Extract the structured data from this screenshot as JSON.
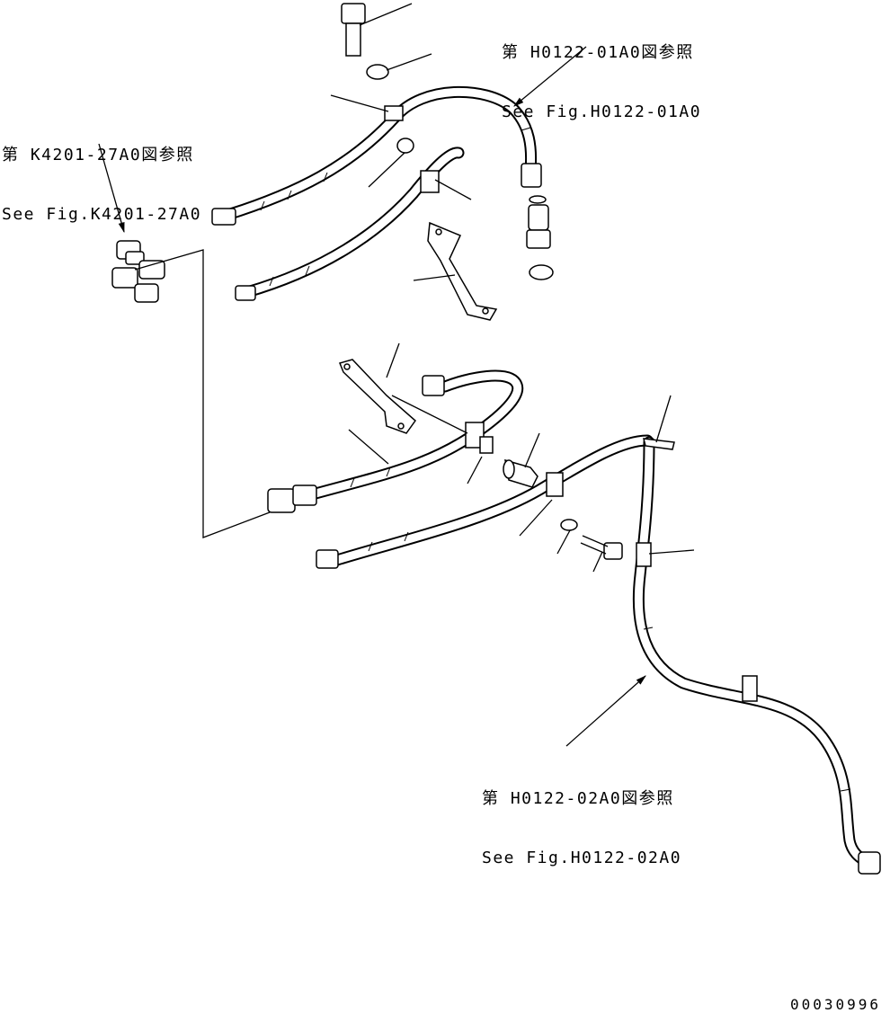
{
  "references": {
    "top_right": {
      "jp": "第 H0122-01A0図参照",
      "en": "See Fig.H0122-01A0"
    },
    "left": {
      "jp": "第 K4201-27A0図参照",
      "en": "See Fig.K4201-27A0"
    },
    "bottom_right": {
      "jp": "第 H0122-02A0図参照",
      "en": "See Fig.H0122-02A0"
    }
  },
  "drawing_number": "00030996",
  "icons": {
    "hose": "hose-icon",
    "bolt": "bolt-icon",
    "washer": "washer-icon",
    "clamp": "clamp-icon",
    "bracket": "bracket-icon",
    "fitting": "fitting-icon",
    "spacer": "spacer-icon"
  }
}
